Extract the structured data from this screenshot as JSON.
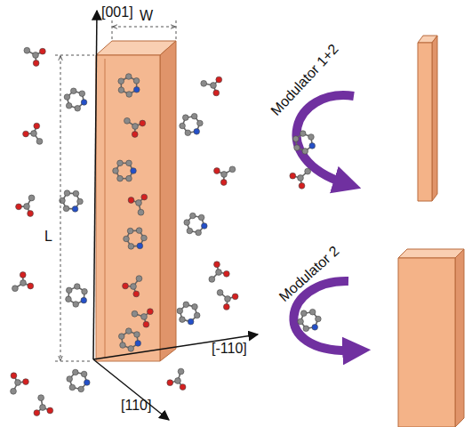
{
  "diagram": {
    "labels": [
      "[001]",
      "W",
      "L",
      "[-110]",
      "[110]",
      "Modulator 1+2",
      "Modulator 2"
    ]
  }
}
